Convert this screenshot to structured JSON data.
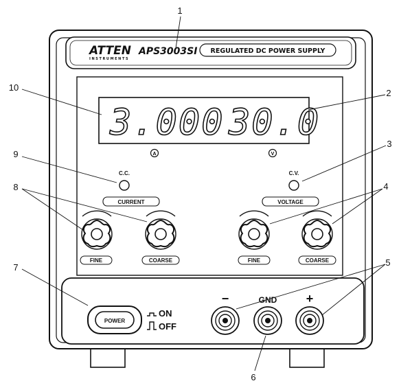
{
  "header": {
    "brand": "ATTEN",
    "brand_sub": "INSTRUMENTS",
    "model": "APS3003SI",
    "description": "REGULATED DC POWER SUPPLY"
  },
  "display": {
    "current_value": "3.000",
    "voltage_value": "30.0",
    "current_unit": "A",
    "voltage_unit": "V"
  },
  "indicators": {
    "cc": "C.C.",
    "cv": "C.V."
  },
  "controls": {
    "current_label": "CURRENT",
    "voltage_label": "VOLTAGE",
    "fine": "FINE",
    "coarse": "COARSE"
  },
  "power": {
    "button_label": "POWER",
    "on": "ON",
    "off": "OFF"
  },
  "terminals": {
    "minus": "−",
    "gnd": "GND",
    "plus": "+"
  },
  "callouts": [
    "1",
    "2",
    "3",
    "4",
    "5",
    "6",
    "7",
    "8",
    "9",
    "10"
  ]
}
